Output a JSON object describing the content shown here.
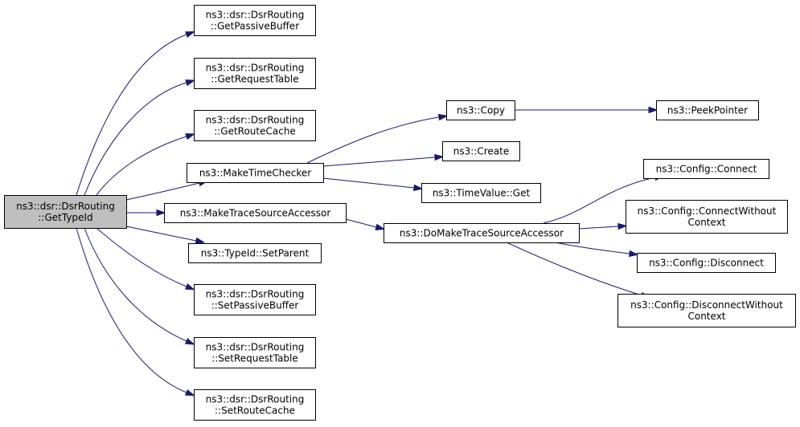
{
  "graph": {
    "colors": {
      "edge": "#191970",
      "root_fill": "#bfbfbf",
      "node_fill": "#ffffff",
      "node_border": "#000000"
    },
    "nodes": {
      "root": {
        "lines": [
          "ns3::dsr::DsrRouting",
          "::GetTypeId"
        ]
      },
      "getPassiveBuffer": {
        "lines": [
          "ns3::dsr::DsrRouting",
          "::GetPassiveBuffer"
        ]
      },
      "getRequestTable": {
        "lines": [
          "ns3::dsr::DsrRouting",
          "::GetRequestTable"
        ]
      },
      "getRouteCache": {
        "lines": [
          "ns3::dsr::DsrRouting",
          "::GetRouteCache"
        ]
      },
      "makeTimeChecker": {
        "lines": [
          "ns3::MakeTimeChecker"
        ]
      },
      "makeTraceSourceAccessor": {
        "lines": [
          "ns3::MakeTraceSourceAccessor"
        ]
      },
      "setParent": {
        "lines": [
          "ns3::TypeId::SetParent"
        ]
      },
      "setPassiveBuffer": {
        "lines": [
          "ns3::dsr::DsrRouting",
          "::SetPassiveBuffer"
        ]
      },
      "setRequestTable": {
        "lines": [
          "ns3::dsr::DsrRouting",
          "::SetRequestTable"
        ]
      },
      "setRouteCache": {
        "lines": [
          "ns3::dsr::DsrRouting",
          "::SetRouteCache"
        ]
      },
      "copy": {
        "lines": [
          "ns3::Copy"
        ]
      },
      "create": {
        "lines": [
          "ns3::Create"
        ]
      },
      "timeValueGet": {
        "lines": [
          "ns3::TimeValue::Get"
        ]
      },
      "peekPointer": {
        "lines": [
          "ns3::PeekPointer"
        ]
      },
      "doMakeTraceSourceAccessor": {
        "lines": [
          "ns3::DoMakeTraceSourceAccessor"
        ]
      },
      "configConnect": {
        "lines": [
          "ns3::Config::Connect"
        ]
      },
      "configConnectWithoutContext": {
        "lines": [
          "ns3::Config::ConnectWithout",
          "Context"
        ]
      },
      "configDisconnect": {
        "lines": [
          "ns3::Config::Disconnect"
        ]
      },
      "configDisconnectWithoutContext": {
        "lines": [
          "ns3::Config::DisconnectWithout",
          "Context"
        ]
      }
    },
    "edges": [
      [
        "root",
        "getPassiveBuffer"
      ],
      [
        "root",
        "getRequestTable"
      ],
      [
        "root",
        "getRouteCache"
      ],
      [
        "root",
        "makeTimeChecker"
      ],
      [
        "root",
        "makeTraceSourceAccessor"
      ],
      [
        "root",
        "setParent"
      ],
      [
        "root",
        "setPassiveBuffer"
      ],
      [
        "root",
        "setRequestTable"
      ],
      [
        "root",
        "setRouteCache"
      ],
      [
        "makeTimeChecker",
        "copy"
      ],
      [
        "makeTimeChecker",
        "create"
      ],
      [
        "makeTimeChecker",
        "timeValueGet"
      ],
      [
        "copy",
        "peekPointer"
      ],
      [
        "makeTraceSourceAccessor",
        "doMakeTraceSourceAccessor"
      ],
      [
        "doMakeTraceSourceAccessor",
        "configConnect"
      ],
      [
        "doMakeTraceSourceAccessor",
        "configConnectWithoutContext"
      ],
      [
        "doMakeTraceSourceAccessor",
        "configDisconnect"
      ],
      [
        "doMakeTraceSourceAccessor",
        "configDisconnectWithoutContext"
      ]
    ]
  }
}
